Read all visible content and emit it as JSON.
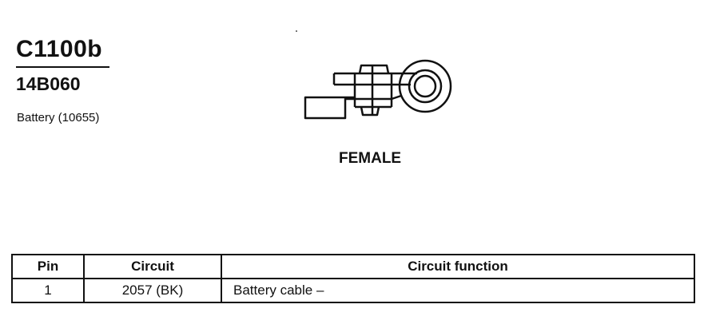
{
  "connector": {
    "id": "C1100b",
    "part_number": "14B060",
    "component": "Battery (10655)",
    "view": "FEMALE",
    "drawing_icon": "battery-terminal-icon"
  },
  "pin_table": {
    "headers": {
      "pin": "Pin",
      "circuit": "Circuit",
      "function": "Circuit function"
    },
    "rows": [
      {
        "pin": "1",
        "circuit": "2057 (BK)",
        "function": "Battery cable –"
      }
    ]
  }
}
